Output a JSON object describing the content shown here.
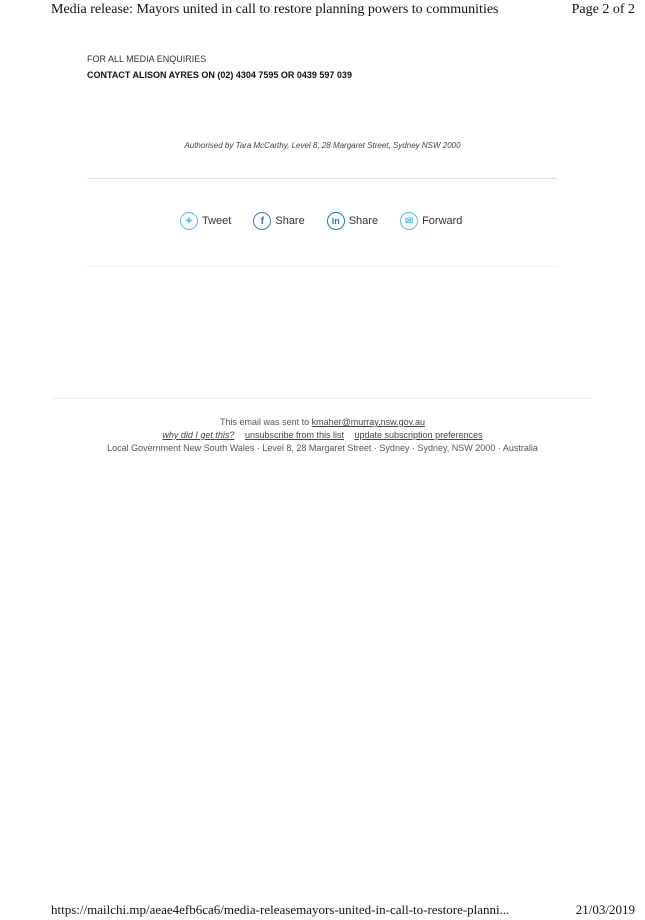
{
  "header": {
    "title": "Media release: Mayors united in call to restore planning powers to communities",
    "page": "Page 2 of 2"
  },
  "enquiries": {
    "line1": "FOR ALL MEDIA ENQUIRIES",
    "line2": "CONTACT ALISON AYRES ON (02) 4304 7595 OR 0439 597 039"
  },
  "authorised": "Authorised by Tara McCarthy, Level 8, 28 Margaret Street, Sydney NSW 2000",
  "share": [
    {
      "label": "Tweet",
      "icon": "twitter-icon",
      "color": "#55c1e8"
    },
    {
      "label": "Share",
      "icon": "facebook-icon",
      "color": "#4a6fbf"
    },
    {
      "label": "Share",
      "icon": "linkedin-icon",
      "color": "#1679b8"
    },
    {
      "label": "Forward",
      "icon": "email-icon",
      "color": "#55c1e8"
    }
  ],
  "footer": {
    "sent_to_prefix": "This email was sent to",
    "email": "kmaher@murray.nsw.gov.au",
    "why": "why did I get this?",
    "unsubscribe": "unsubscribe from this list",
    "update": "update subscription preferences",
    "address": "Local Government New South Wales · Level 8, 28 Margaret Street · Sydney · Sydney, NSW 2000 · Australia"
  },
  "print_footer": {
    "url": "https://mailchi.mp/aeae4efb6ca6/media-releasemayors-united-in-call-to-restore-planni...",
    "date": "21/03/2019"
  }
}
